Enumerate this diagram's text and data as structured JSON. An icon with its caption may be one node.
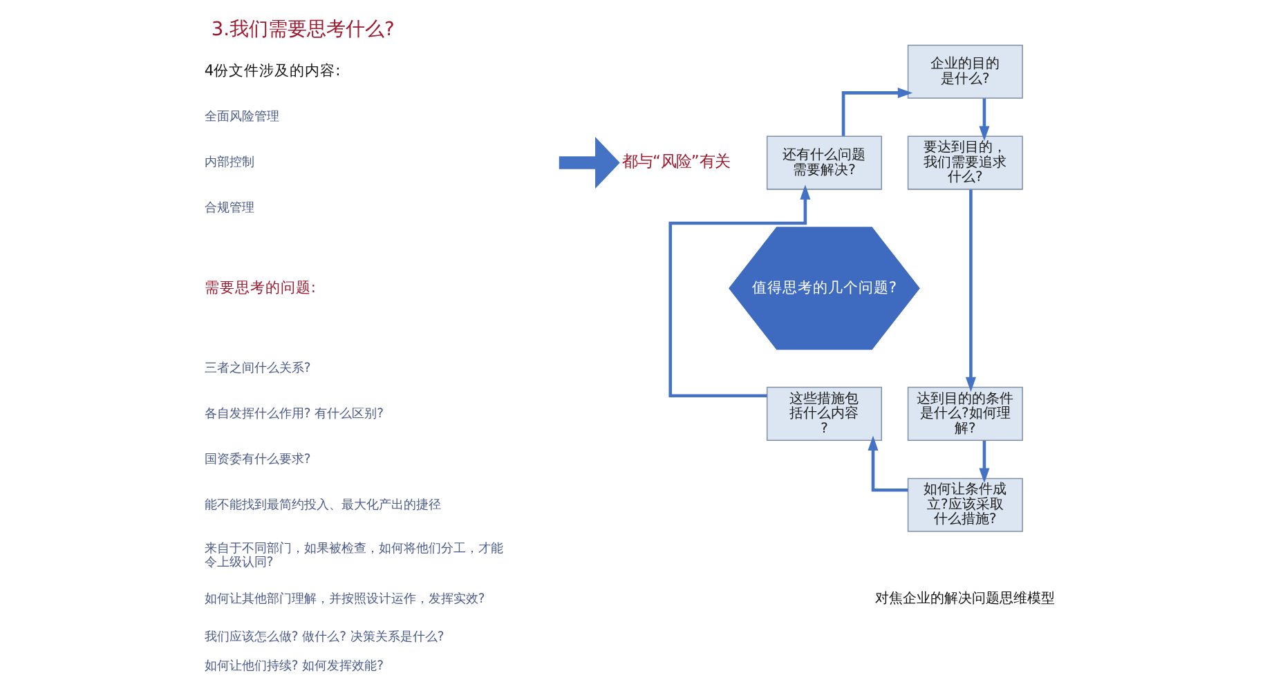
{
  "diagram": {
    "title": "3.我们需要思考什么?",
    "caption": "对焦企业的解决问题思维模型",
    "nodes": [
      {
        "text": [
          "都与“风险”有关"
        ]
      },
      {
        "text": [
          "企业的目的是什么?"
        ]
      },
      {
        "text": [
          "还有什么问题需要解决?"
        ]
      },
      {
        "text": [
          "要达到目的，我们需要追求什么?"
        ]
      },
      {
        "text": [
          "值得思考的几个问题?"
        ]
      },
      {
        "text": [
          "这些措施包括什么内容?"
        ]
      },
      {
        "text": [
          "达到目的的条件是什么?如何理解?"
        ]
      },
      {
        "text": [
          "如何让条件成立?应该采取什么措施?"
        ]
      }
    ],
    "edges": [
      {
        "from": null,
        "to": 0,
        "arrow": "to",
        "style": "thick"
      },
      {
        "from": 1,
        "to": 3,
        "arrow": "to"
      },
      {
        "from": 3,
        "to": 6,
        "arrow": "to"
      },
      {
        "from": 6,
        "to": 7,
        "arrow": "to"
      },
      {
        "from": 7,
        "to": 5,
        "arrow": "to"
      },
      {
        "from": 5,
        "to": 2,
        "arrow": "to"
      },
      {
        "from": 2,
        "to": 1,
        "arrow": "to"
      }
    ],
    "labels": [
      "4份文件涉及的内容:",
      "全面风险管理",
      "内部控制",
      "合规管理",
      "需要思考的问题:",
      "三者之间什么关系?",
      "各自发挥什么作用? 有什么区别?",
      "国资委有什么要求?",
      "能不能找到最简约投入、最大化产出的捷径",
      "来自于不同部门，如果被检查，如何将他们分工，才能令上级认同?",
      "如何让其他部门理解，并按照设计运作，发挥实效?",
      "我们应该怎么做? 做什么? 决策关系是什么?",
      "如何让他们持续? 如何发挥效能?"
    ]
  }
}
